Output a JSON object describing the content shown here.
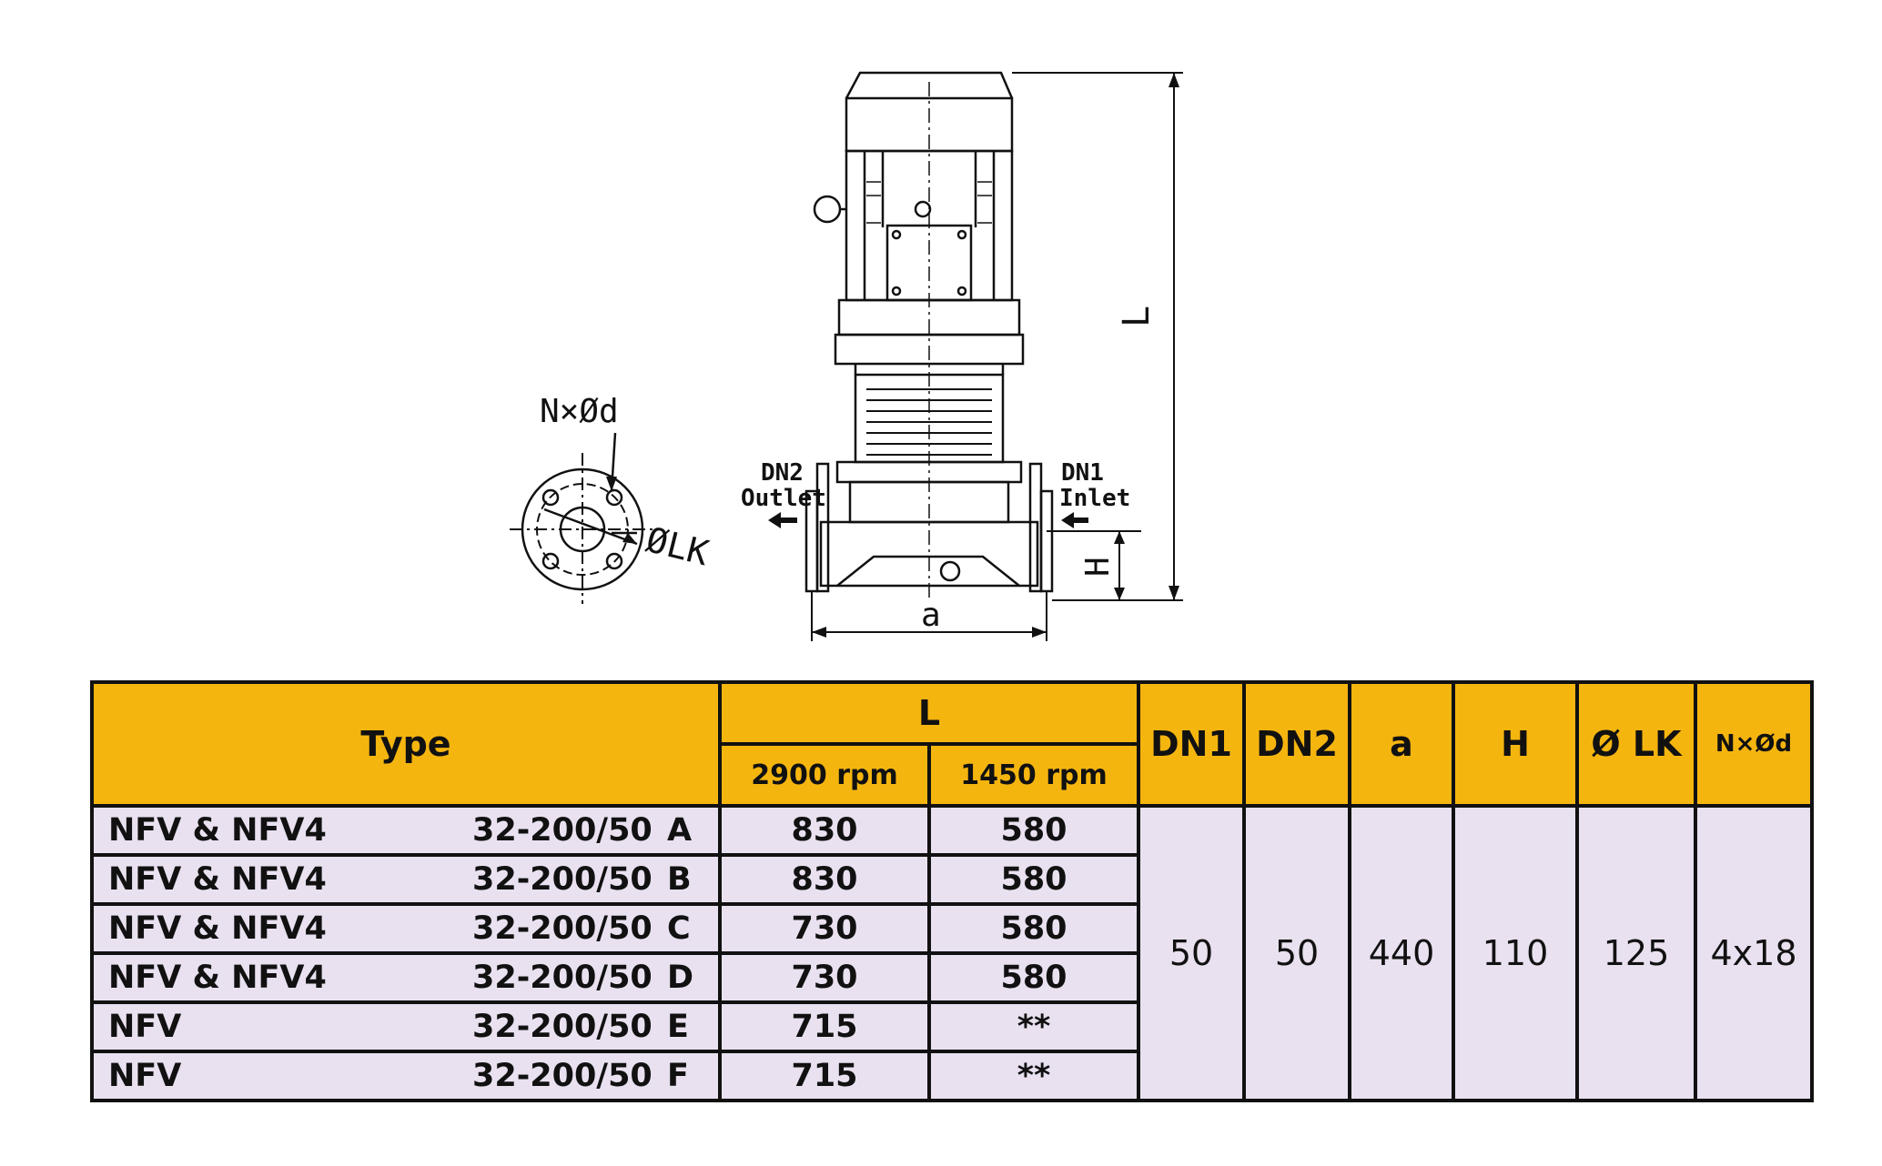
{
  "drawing": {
    "flange_labels": {
      "bolts": "N×Ød",
      "pitch_circle": "ØLK"
    },
    "pump_labels": {
      "dn2": "DN2",
      "outlet": "Outlet",
      "dn1": "DN1",
      "inlet": "Inlet",
      "length": "L",
      "height": "H",
      "width": "a"
    }
  },
  "table": {
    "header": {
      "type": "Type",
      "l": "L",
      "rpm_2900": "2900 rpm",
      "rpm_1450": "1450 rpm",
      "dn1": "DN1",
      "dn2": "DN2",
      "a": "a",
      "h": "H",
      "lk": "Ø LK",
      "nxd": "N×Ød"
    },
    "rows": [
      {
        "series": "NFV & NFV4",
        "model": "32-200/50",
        "variant": "A",
        "l2900": "830",
        "l1450": "580"
      },
      {
        "series": "NFV & NFV4",
        "model": "32-200/50",
        "variant": "B",
        "l2900": "830",
        "l1450": "580"
      },
      {
        "series": "NFV & NFV4",
        "model": "32-200/50",
        "variant": "C",
        "l2900": "730",
        "l1450": "580"
      },
      {
        "series": "NFV & NFV4",
        "model": "32-200/50",
        "variant": "D",
        "l2900": "730",
        "l1450": "580"
      },
      {
        "series": "NFV",
        "model": "32-200/50",
        "variant": "E",
        "l2900": "715",
        "l1450": "**"
      },
      {
        "series": "NFV",
        "model": "32-200/50",
        "variant": "F",
        "l2900": "715",
        "l1450": "**"
      }
    ],
    "shared": {
      "dn1": "50",
      "dn2": "50",
      "a": "440",
      "h": "110",
      "lk": "125",
      "nxd": "4x18"
    }
  }
}
